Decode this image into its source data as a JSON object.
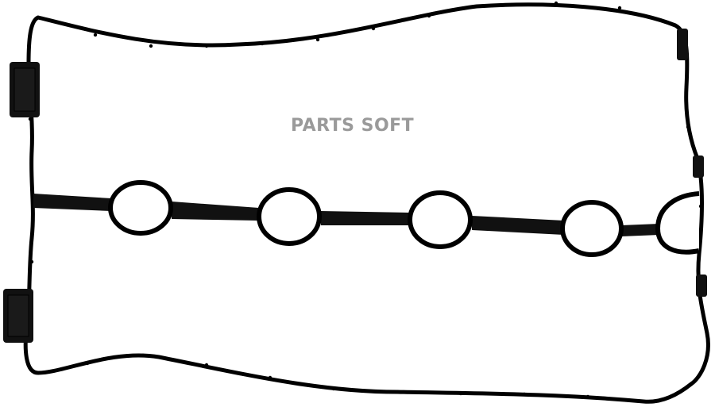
{
  "watermark": {
    "text": "PARTS SOFT",
    "color": "#9a9a9a"
  },
  "drawing": {
    "subject": "valve-cover-gasket",
    "stroke_color": "#000000",
    "background_color": "#ffffff",
    "ring_count": 4,
    "end_loop_count": 1,
    "mounting_tab_count": 2
  }
}
